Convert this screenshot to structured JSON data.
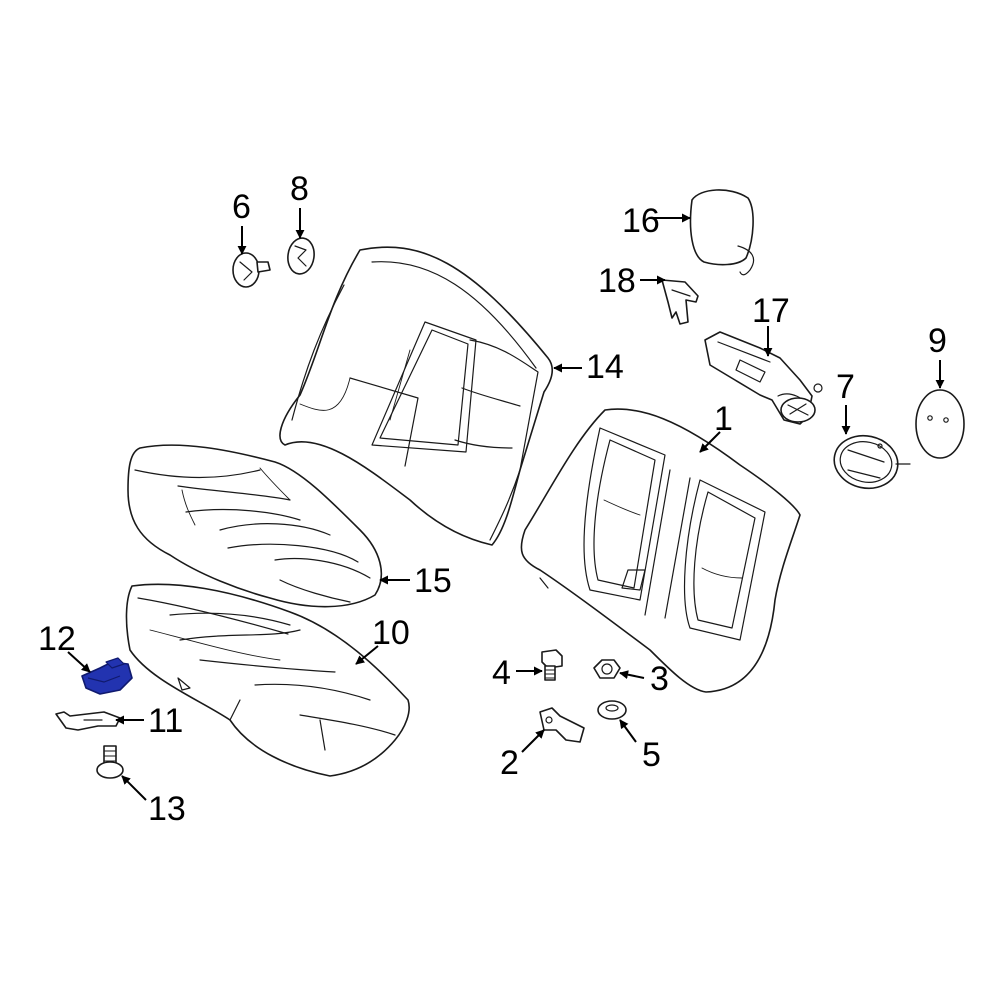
{
  "colors": {
    "highlight": "#2233b0",
    "highlight_dark": "#101a6e",
    "line": "#1a1a1a",
    "background": "#ffffff"
  },
  "callouts": {
    "c1": "1",
    "c2": "2",
    "c3": "3",
    "c4": "4",
    "c5": "5",
    "c6": "6",
    "c7": "7",
    "c8": "8",
    "c9": "9",
    "c10": "10",
    "c11": "11",
    "c12": "12",
    "c13": "13",
    "c14": "14",
    "c15": "15",
    "c16": "16",
    "c17": "17",
    "c18": "18"
  }
}
